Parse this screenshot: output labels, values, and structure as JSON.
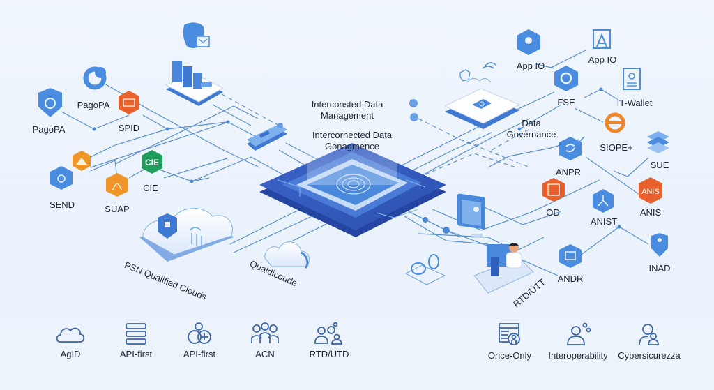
{
  "title_center": {
    "line1a": "Interconsted Data",
    "line1b": "Management",
    "line2a": "Intercornected Data",
    "line2b": "Gonagmence"
  },
  "left_nodes": [
    {
      "label": "PagoPA",
      "icon": "shield-icon",
      "color": "#4a8de0"
    },
    {
      "label": "PagoPA",
      "icon": "link-icon",
      "color": "#4a8de0"
    },
    {
      "label": "SPID",
      "icon": "spid-icon",
      "color": "#e8602c"
    },
    {
      "label": "SEND",
      "icon": "sun-icon",
      "color": "#4a8de0"
    },
    {
      "label": "",
      "icon": "tent-icon",
      "color": "#f0952a"
    },
    {
      "label": "SUAP",
      "icon": "fingerprint-icon",
      "color": "#f0952a"
    },
    {
      "label": "CIE",
      "icon": "cie-badge",
      "badge": "CIE",
      "color": "#1e9e5a"
    }
  ],
  "right_nodes": [
    {
      "label": "App IO",
      "icon": "cloud-download-icon",
      "color": "#4a8de0"
    },
    {
      "label": "App IO",
      "icon": "app-window-icon",
      "color": "#4a8de0"
    },
    {
      "label": "FSE",
      "icon": "gear-icon",
      "color": "#4a8de0"
    },
    {
      "label": "IT-Wallet",
      "icon": "id-card-icon",
      "color": "#4a8de0"
    },
    {
      "label": "SIOPE+",
      "icon": "siope-icon",
      "color": "#f0852a"
    },
    {
      "label": "SUE",
      "icon": "layers-icon",
      "color": "#4a8de0"
    },
    {
      "label": "ANPR",
      "icon": "refresh-arrow-icon",
      "color": "#4a8de0"
    },
    {
      "label": "OD",
      "icon": "od-icon",
      "color": "#e8602c"
    },
    {
      "label": "ANIST",
      "icon": "hierarchy-icon",
      "color": "#4a8de0"
    },
    {
      "label": "ANIS",
      "icon": "anis-badge",
      "badge": "ANIS",
      "color": "#e8602c"
    },
    {
      "label": "ANDR",
      "icon": "grid-icon",
      "color": "#4a8de0"
    },
    {
      "label": "INAD",
      "icon": "shield-lock-icon",
      "color": "#4a8de0"
    }
  ],
  "data_governance": {
    "line1": "Data",
    "line2": "Governance"
  },
  "clouds": {
    "psn": "PSN Qualified Clouds",
    "small": "Qualdicoude"
  },
  "rtd_label": "RTD/UTT",
  "legend_left": [
    {
      "label": "AgID",
      "icon": "cloud-outline-icon"
    },
    {
      "label": "API-first",
      "icon": "server-stack-icon"
    },
    {
      "label": "API-first",
      "icon": "user-plus-icon"
    },
    {
      "label": "ACN",
      "icon": "group-icon"
    },
    {
      "label": "RTD/UTD",
      "icon": "team-network-icon"
    }
  ],
  "legend_right": [
    {
      "label": "Once-Only",
      "icon": "form-user-icon"
    },
    {
      "label": "Interoperability",
      "icon": "user-bubbles-icon"
    },
    {
      "label": "Cybersicurezza",
      "icon": "user-shield-icon"
    }
  ],
  "colors": {
    "line": "#5a8fd0",
    "chip_dark": "#2f55b8",
    "chip_mid": "#4a7bd6",
    "accent_blue": "#4a8de0",
    "accent_orange": "#f0952a",
    "accent_red": "#e8602c",
    "accent_green": "#1e9e5a"
  }
}
